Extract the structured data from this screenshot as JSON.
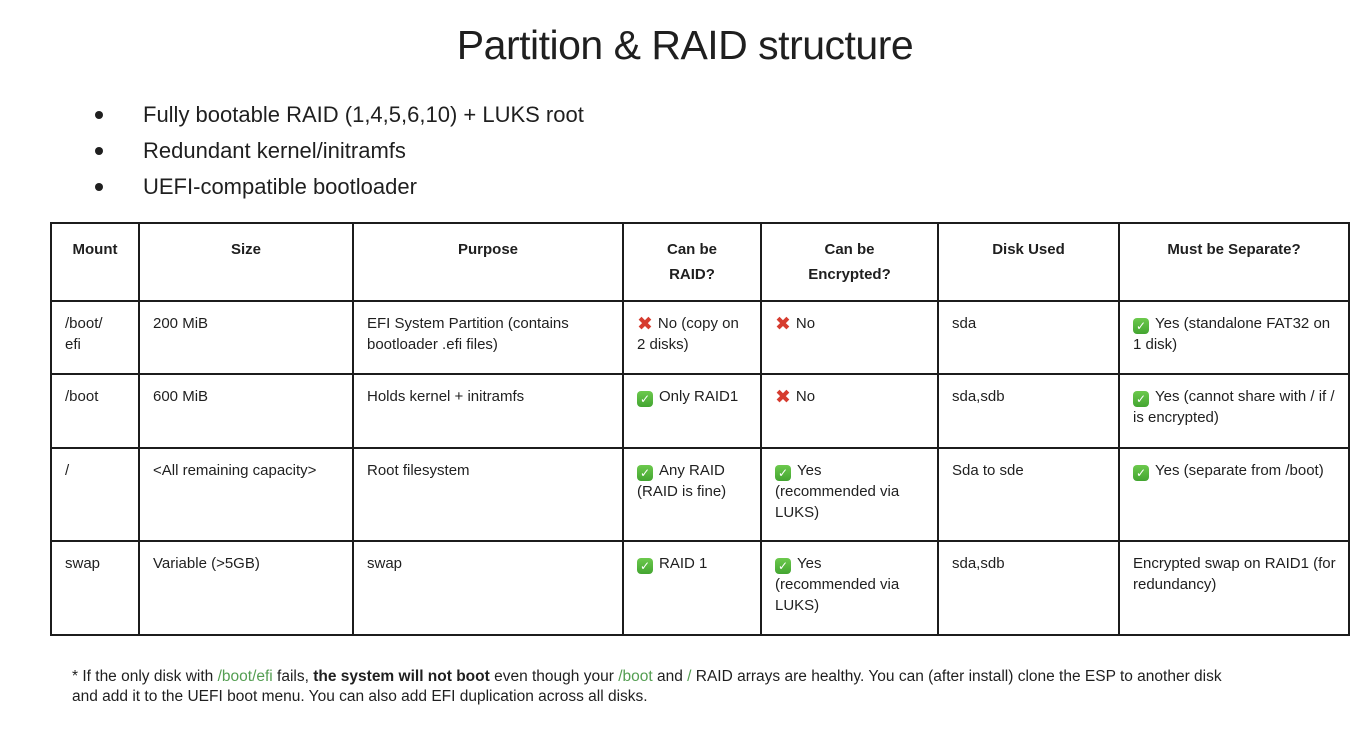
{
  "title": "Partition & RAID structure",
  "bullets": [
    "Fully bootable RAID (1,4,5,6,10) + LUKS root",
    "Redundant kernel/initramfs",
    "UEFI-compatible bootloader"
  ],
  "table": {
    "headers": [
      "Mount",
      "Size",
      "Purpose",
      "Can be\nRAID?",
      "Can be\nEncrypted?",
      "Disk Used",
      "Must be Separate?"
    ],
    "rows": [
      {
        "cells": [
          {
            "icon": null,
            "text": "/boot/\nefi"
          },
          {
            "icon": null,
            "text": "200 MiB"
          },
          {
            "icon": null,
            "text": "EFI System Partition (contains bootloader .efi files)"
          },
          {
            "icon": "cross",
            "text": "No (copy on 2 disks)"
          },
          {
            "icon": "cross",
            "text": "No"
          },
          {
            "icon": null,
            "text": "sda"
          },
          {
            "icon": "check",
            "text": "Yes (standalone FAT32 on 1 disk)"
          }
        ]
      },
      {
        "cells": [
          {
            "icon": null,
            "text": "/boot"
          },
          {
            "icon": null,
            "text": "600 MiB"
          },
          {
            "icon": null,
            "text": "Holds kernel + initramfs"
          },
          {
            "icon": "check",
            "text": "Only RAID1"
          },
          {
            "icon": "cross",
            "text": "No"
          },
          {
            "icon": null,
            "text": "sda,sdb"
          },
          {
            "icon": "check",
            "text": "Yes (cannot share with / if / is encrypted)"
          }
        ]
      },
      {
        "cells": [
          {
            "icon": null,
            "text": "/"
          },
          {
            "icon": null,
            "text": "<All remaining capacity>"
          },
          {
            "icon": null,
            "text": "Root filesystem"
          },
          {
            "icon": "check",
            "text": "Any RAID (RAID is fine)"
          },
          {
            "icon": "check",
            "text": "Yes (recommended via LUKS)"
          },
          {
            "icon": null,
            "text": "Sda to sde"
          },
          {
            "icon": "check",
            "text": "Yes (separate from /boot)"
          }
        ]
      },
      {
        "cells": [
          {
            "icon": null,
            "text": "swap"
          },
          {
            "icon": null,
            "text": "Variable (>5GB)"
          },
          {
            "icon": null,
            "text": "swap"
          },
          {
            "icon": "check",
            "text": "RAID 1"
          },
          {
            "icon": "check",
            "text": "Yes (recommended via LUKS)"
          },
          {
            "icon": null,
            "text": "sda,sdb"
          },
          {
            "icon": null,
            "text": "Encrypted swap on RAID1 (for redundancy)"
          }
        ]
      }
    ]
  },
  "footnote": {
    "segments": [
      {
        "style": "normal",
        "text": "* If the only disk with "
      },
      {
        "style": "path",
        "text": "/boot/efi"
      },
      {
        "style": "normal",
        "text": " fails, "
      },
      {
        "style": "bold",
        "text": "the system will not boot"
      },
      {
        "style": "normal",
        "text": " even though your "
      },
      {
        "style": "path",
        "text": "/boot"
      },
      {
        "style": "normal",
        "text": " and "
      },
      {
        "style": "path",
        "text": "/"
      },
      {
        "style": "normal",
        "text": " RAID arrays are healthy. You can (after install) clone the ESP to another disk and add it to the UEFI boot menu. You can also add EFI duplication across all disks."
      }
    ]
  },
  "icons": {
    "check_glyph": "✓",
    "cross_glyph": "✖"
  },
  "colors": {
    "path_green": "#549e52",
    "check_green": "#43a531",
    "cross_red": "#d63c2f",
    "table_border": "#1c1c1c",
    "text": "#1f1f1f"
  }
}
